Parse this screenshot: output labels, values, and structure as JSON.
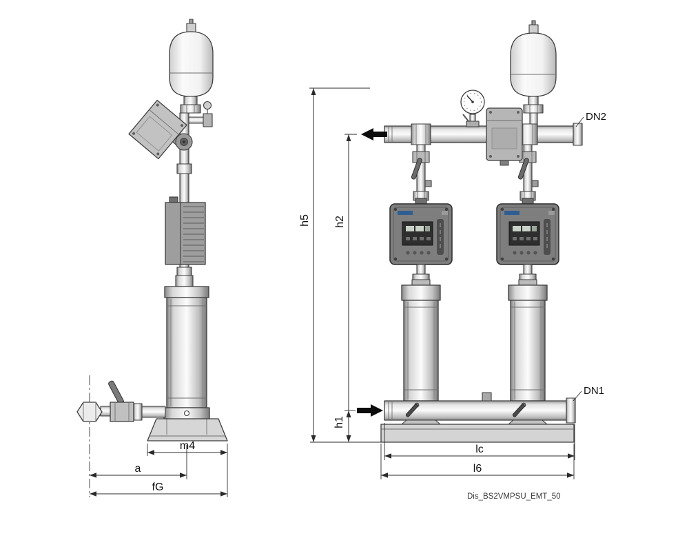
{
  "drawing": {
    "code": "Dis_BS2VMPSU_EMT_50",
    "side_view": {
      "dim_m4": "m4",
      "dim_a": "a",
      "dim_fG": "fG"
    },
    "front_view": {
      "dim_h5": "h5",
      "dim_h2": "h2",
      "dim_h1": "h1",
      "dim_lc": "lc",
      "dim_l6": "l6",
      "outlet_label": "DN2",
      "inlet_label": "DN1"
    }
  }
}
